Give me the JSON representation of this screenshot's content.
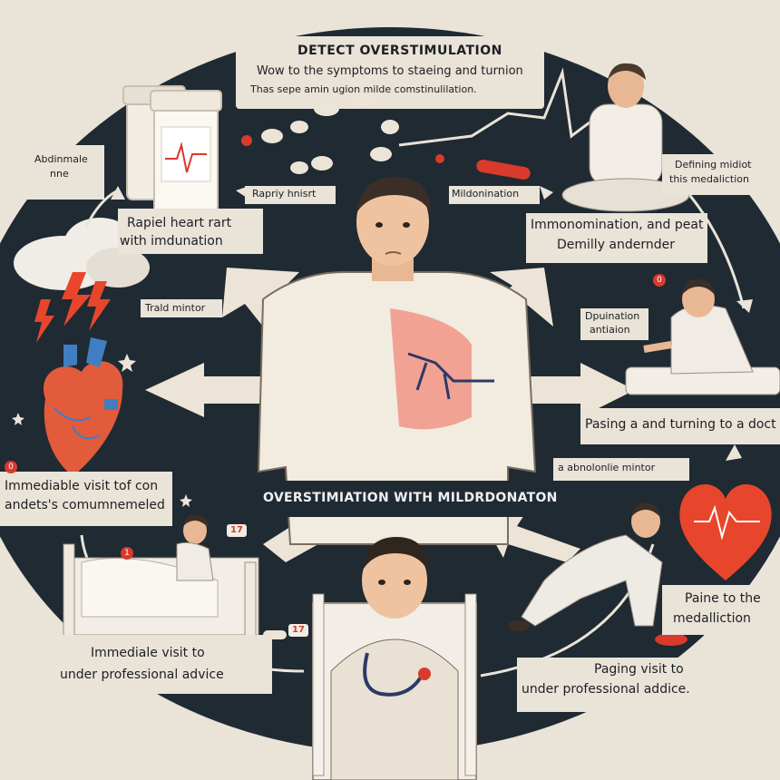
{
  "header": {
    "title": "DETECT OVERSTIMULATION",
    "subtitle_line1": "Wow to the symptoms to staeing and turnion",
    "subtitle_line2": "Thas sepe amin ugion milde comstinulilation."
  },
  "center": {
    "title": "OVERSTIMIATION WITH MILDRDONATON"
  },
  "labels": {
    "abnormal_line1": "Abdinmale",
    "abnormal_line2": "nne",
    "rapid_heart_small": "Rapriy hnisrt",
    "rapid_heart_line1": "Rapiel heart rart",
    "rapid_heart_line2": "with imdunation",
    "trald": "Trald mintor",
    "mildonation": "Mildonination",
    "defining_line1": "Defining midiot",
    "defining_line2": "this medaliction",
    "immo_line1": "Immonomination, and peat",
    "immo_line2": "Demilly andernder",
    "dpuination_line1": "Dpuination",
    "dpuination_line2": "antiaion",
    "pasing_doctor": "Pasing a and turning to a doct",
    "abnormal_mintor": "a abnolonlie mintor",
    "immediate_top_line1": "Immediable visit tof con",
    "immediate_top_line2": "andets's comumnemeled",
    "paine_line1": "Paine to the",
    "paine_line2": "medalliction",
    "immediate_bottom_line1": "Immediale visit to",
    "immediate_bottom_line2": "under professional advice",
    "pasing_visit_line1": "Paging visit to",
    "pasing_visit_line2": "under professional addice."
  },
  "badges": {
    "left_number": "0",
    "right_number": "0",
    "bed_left": "1",
    "bed_right": "17",
    "pill_bottom": "17"
  },
  "colors": {
    "background": "#1f2a33",
    "frame": "#e9e3d8",
    "accent_red": "#d93a2b",
    "arrow": "#ece4d6"
  }
}
